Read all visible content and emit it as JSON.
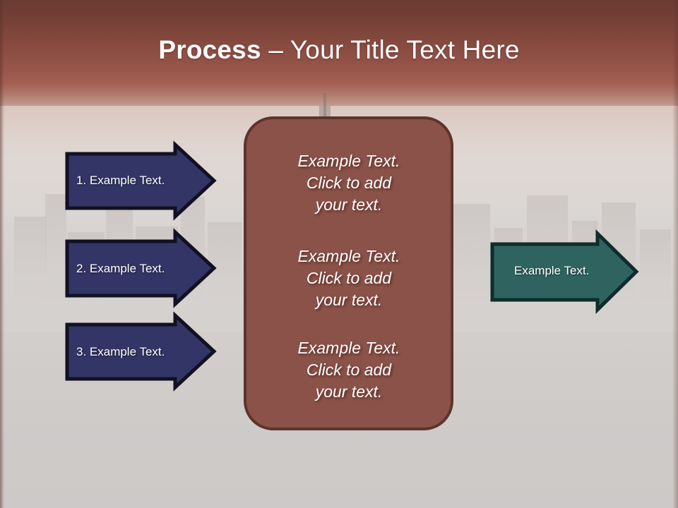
{
  "slide": {
    "title": {
      "bold_part": "Process",
      "rest": " – Your Title Text Here"
    },
    "background": {
      "top_color": "#6b3b33",
      "mid_color": "#a35f52",
      "bottom_color": "#cdc9c8",
      "description": "hazy city skyline at dusk"
    }
  },
  "left_arrows": {
    "fill": "#333566",
    "outline": "#111122",
    "items": [
      {
        "label": "1. Example Text."
      },
      {
        "label": "2. Example Text."
      },
      {
        "label": "3. Example Text."
      }
    ]
  },
  "center_box": {
    "fill": "#8a5248",
    "outline": "#5d342c",
    "paragraphs": [
      {
        "lines": [
          "Example Text.",
          "Click  to add",
          "your text."
        ]
      },
      {
        "lines": [
          "Example Text.",
          "Click  to add",
          "your text."
        ]
      },
      {
        "lines": [
          "Example Text.",
          "Click  to add",
          "your text."
        ]
      }
    ]
  },
  "right_arrow": {
    "fill": "#2e6360",
    "outline": "#0f2c2b",
    "label": "Example Text."
  }
}
